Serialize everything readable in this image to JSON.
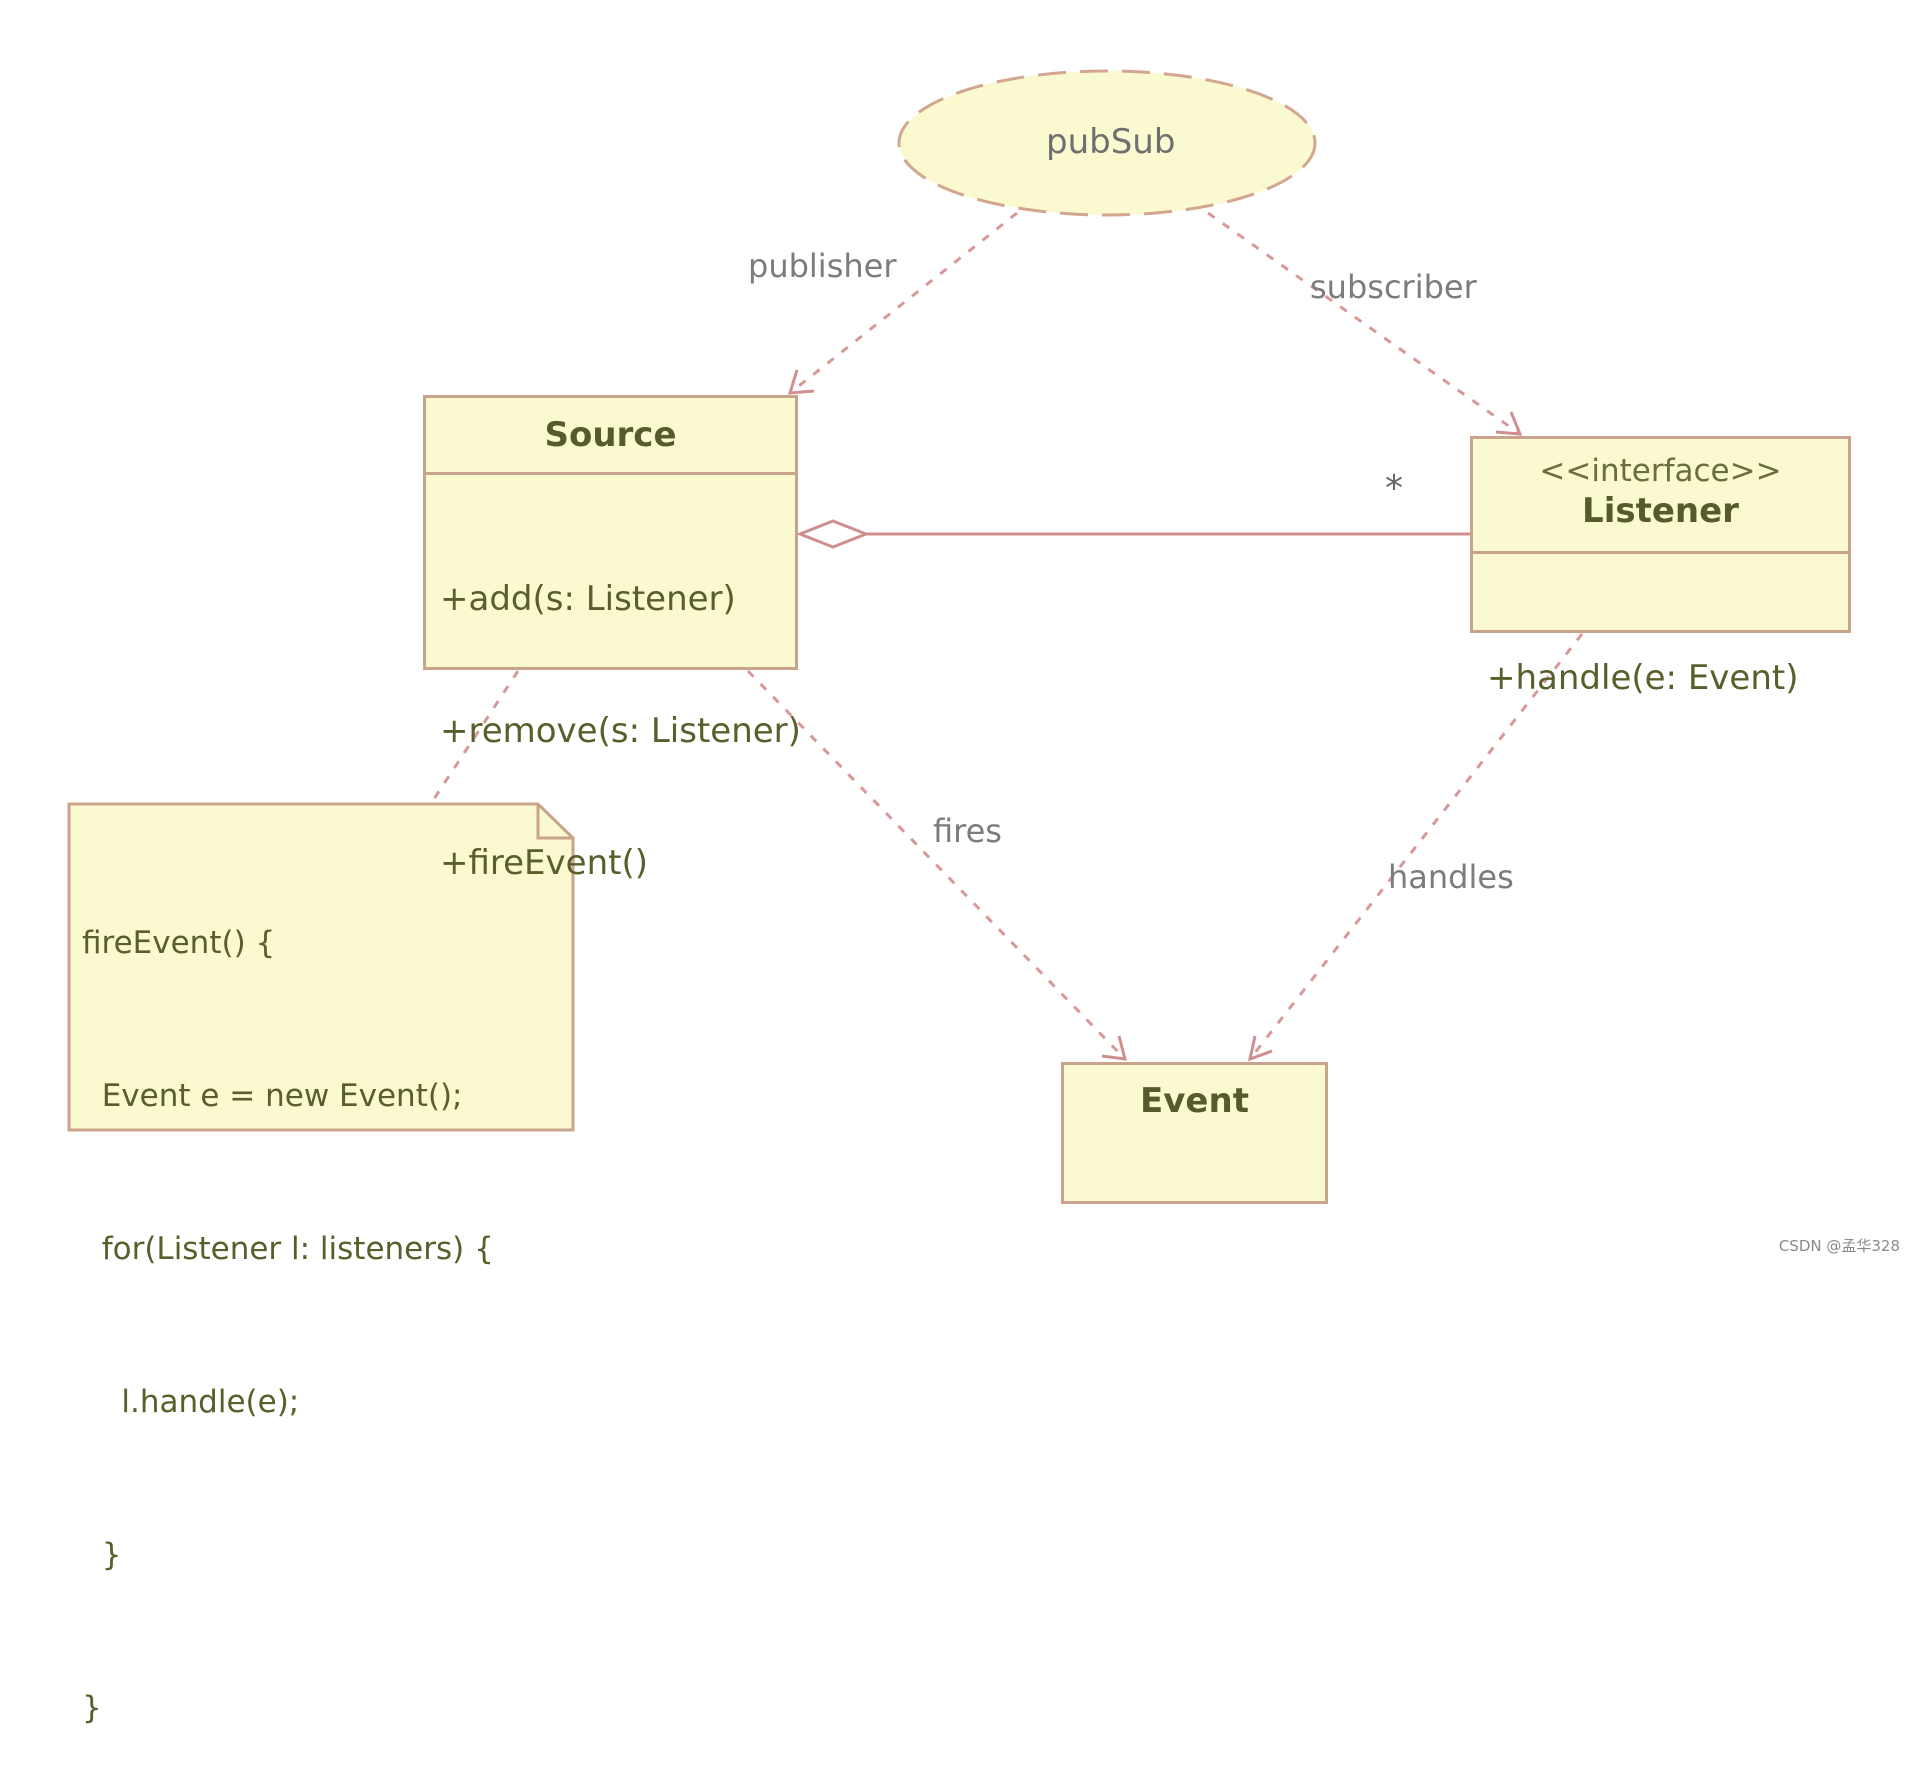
{
  "diagram": {
    "collaboration": {
      "name": "pubSub"
    },
    "roles": {
      "publisher": "publisher",
      "subscriber": "subscriber"
    },
    "source": {
      "name": "Source",
      "operations": [
        "+add(s: Listener)",
        "+remove(s: Listener)",
        "+fireEvent()"
      ]
    },
    "listener": {
      "stereotype": "<<interface>>",
      "name": "Listener",
      "operations": [
        "+handle(e: Event)"
      ]
    },
    "event": {
      "name": "Event"
    },
    "association": {
      "multiplicity": "*"
    },
    "dependencies": {
      "fires": "fires",
      "handles": "handles"
    },
    "note": {
      "lines": [
        "fireEvent() {",
        "  Event e = new Event();",
        "  for(Listener l: listeners) {",
        "    l.handle(e);",
        "  }",
        "}"
      ]
    }
  },
  "watermark": "CSDN @孟华328",
  "colors": {
    "fill": "#fbf9d0",
    "border": "#c9a48d",
    "line": "#d08f8f",
    "text": "#5a5e2a"
  }
}
